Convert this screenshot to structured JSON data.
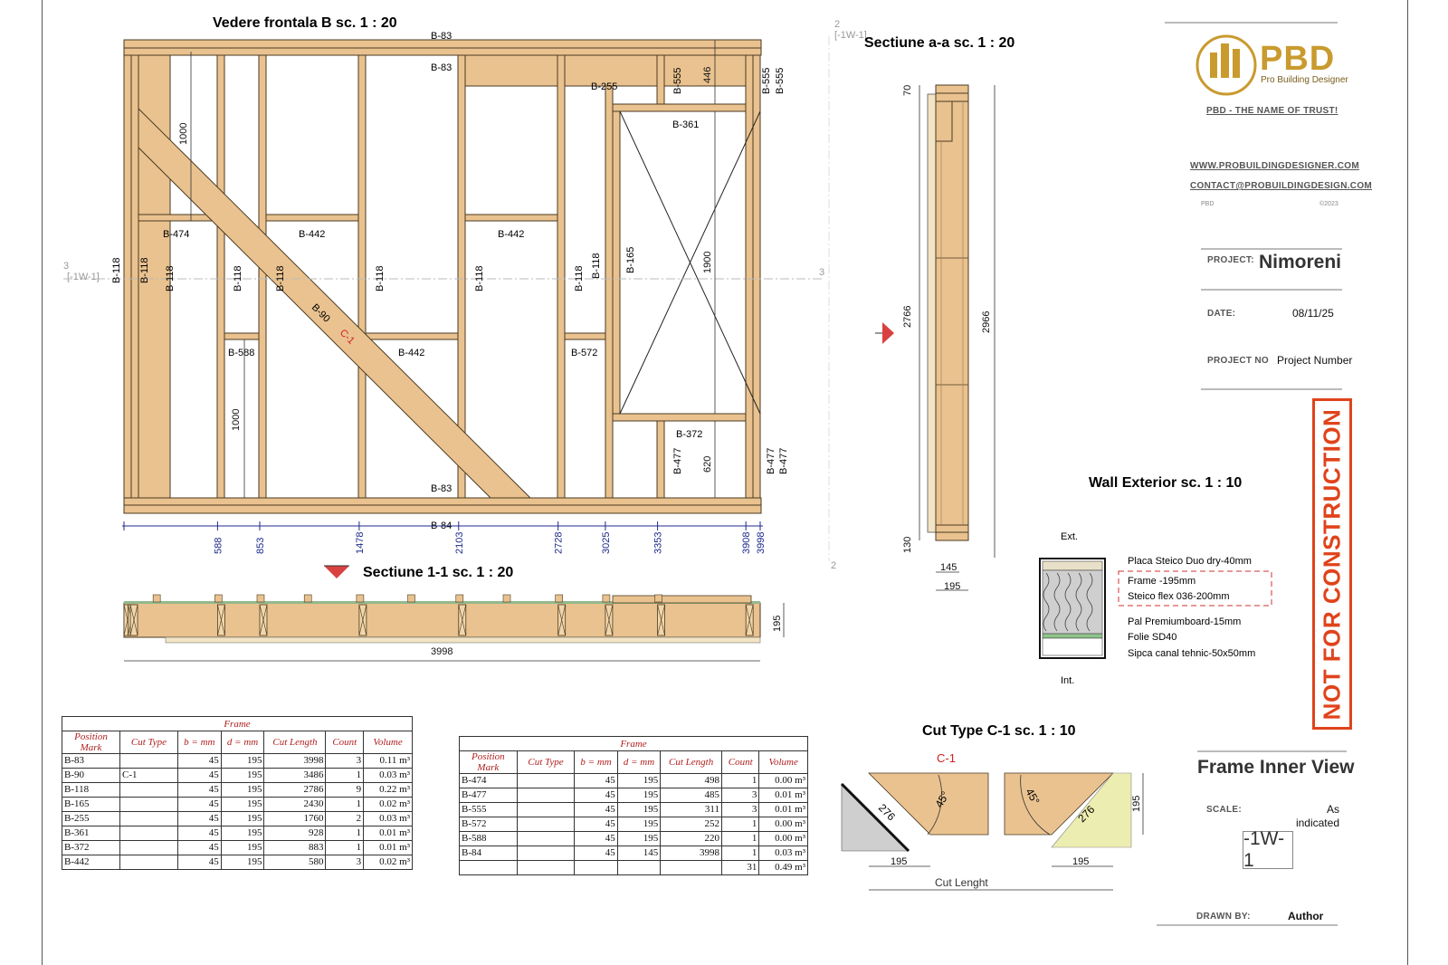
{
  "titles": {
    "front_view": "Vedere frontala B sc. 1 : 20",
    "section_aa": "Sectiune a-a sc. 1 : 20",
    "section_11": "Sectiune 1-1 sc. 1 : 20",
    "wall_exterior": "Wall Exterior sc. 1 : 10",
    "cut_type": "Cut Type C-1 sc. 1 : 10"
  },
  "front_labels": {
    "b83": "B-83",
    "b84": "B-84",
    "b255": "B-255",
    "b555": "B-555",
    "b361": "B-361",
    "b474": "B-474",
    "b442": "B-442",
    "b118": "B-118",
    "b165": "B-165",
    "b90": "B-90",
    "c1": "C-1",
    "b588": "B-588",
    "b572": "B-572",
    "b372": "B-372",
    "b477": "B-477"
  },
  "front_dims": {
    "top": [
      "588",
      "853",
      "1478",
      "2103",
      "2728",
      "3025",
      "3353",
      "3908",
      "3998"
    ],
    "d1000": "1000",
    "d1900": "1900",
    "d446": "446",
    "d620": "620",
    "grid_3": "3",
    "grid_ref": "[-1W-1]",
    "grid_2": "2"
  },
  "section_aa_dims": {
    "d70": "70",
    "d2766": "2766",
    "d2966": "2966",
    "d130": "130",
    "d145": "145",
    "d195": "195"
  },
  "section_11_dims": {
    "width": "3998",
    "height": "195"
  },
  "wall_exterior": {
    "ext": "Ext.",
    "int": "Int.",
    "layers": [
      "Placa Steico Duo dry-40mm",
      "Frame -195mm",
      "Steico flex 036-200mm",
      "Pal Premiumboard-15mm",
      "Folie SD40",
      "Sipca canal tehnic-50x50mm"
    ]
  },
  "cut_type": {
    "label": "C-1",
    "angle": "45°",
    "len": "276",
    "width": "195",
    "height": "195",
    "cut_length": "Cut Lenght"
  },
  "table_headers": {
    "caption": "Frame",
    "cols": [
      "Position Mark",
      "Cut Type",
      "b = mm",
      "d = mm",
      "Cut Length",
      "Count",
      "Volume"
    ]
  },
  "table1": [
    [
      "B-83",
      "",
      "45",
      "195",
      "3998",
      "3",
      "0.11 m³"
    ],
    [
      "B-90",
      "C-1",
      "45",
      "195",
      "3486",
      "1",
      "0.03 m³"
    ],
    [
      "B-118",
      "",
      "45",
      "195",
      "2786",
      "9",
      "0.22 m³"
    ],
    [
      "B-165",
      "",
      "45",
      "195",
      "2430",
      "1",
      "0.02 m³"
    ],
    [
      "B-255",
      "",
      "45",
      "195",
      "1760",
      "2",
      "0.03 m³"
    ],
    [
      "B-361",
      "",
      "45",
      "195",
      "928",
      "1",
      "0.01 m³"
    ],
    [
      "B-372",
      "",
      "45",
      "195",
      "883",
      "1",
      "0.01 m³"
    ],
    [
      "B-442",
      "",
      "45",
      "195",
      "580",
      "3",
      "0.02 m³"
    ]
  ],
  "table2": [
    [
      "B-474",
      "",
      "45",
      "195",
      "498",
      "1",
      "0.00 m³"
    ],
    [
      "B-477",
      "",
      "45",
      "195",
      "485",
      "3",
      "0.01 m³"
    ],
    [
      "B-555",
      "",
      "45",
      "195",
      "311",
      "3",
      "0.01 m³"
    ],
    [
      "B-572",
      "",
      "45",
      "195",
      "252",
      "1",
      "0.00 m³"
    ],
    [
      "B-588",
      "",
      "45",
      "195",
      "220",
      "1",
      "0.00 m³"
    ],
    [
      "B-84",
      "",
      "45",
      "145",
      "3998",
      "1",
      "0.03 m³"
    ]
  ],
  "table2_total": {
    "count": "31",
    "volume": "0.49 m³"
  },
  "title_block": {
    "logo": "PBD",
    "logo_sub": "Pro Building Designer",
    "slogan": "PBD - THE NAME OF TRUST!",
    "website": "WWW.PROBUILDINGDESIGNER.COM",
    "email": "CONTACT@PROBUILDINGDESIGN.COM",
    "small_left": "PBD",
    "small_right": "©2023",
    "project_label": "PROJECT:",
    "project": "Nimoreni",
    "date_label": "DATE:",
    "date": "08/11/25",
    "projno_label": "PROJECT NO",
    "projno": "Project Number",
    "sheet_title": "Frame Inner View",
    "scale_label": "SCALE:",
    "scale": "As indicated",
    "sheet_no": "-1W-1",
    "drawn_label": "DRAWN BY:",
    "drawn": "Author",
    "stamp": "NOT FOR CONSTRUCTION"
  },
  "colors": {
    "wood": "#e9c28f",
    "dim": "#1d2a8c",
    "stamp": "#e0431b",
    "gold": "#c99a2e"
  }
}
